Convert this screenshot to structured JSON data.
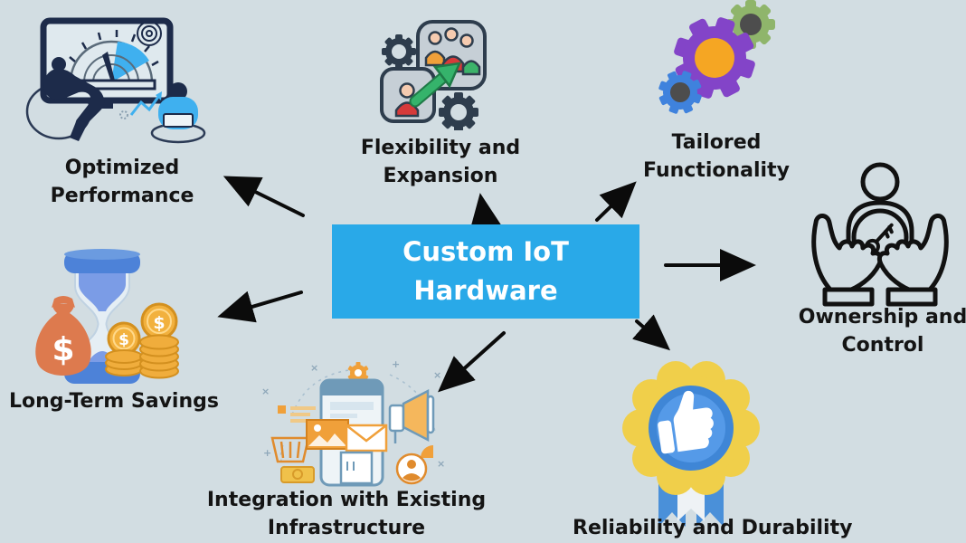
{
  "background_color": "#d2dde2",
  "center_node": {
    "label": "Custom IoT Hardware",
    "bg_color": "#29a9e8",
    "text_color": "#ffffff"
  },
  "nodes": [
    {
      "id": "optimized-performance",
      "label": "Optimized Performance",
      "icon": "performance-dashboard-illustration"
    },
    {
      "id": "flexibility-expansion",
      "label": "Flexibility and Expansion",
      "icon": "team-growth-icon"
    },
    {
      "id": "tailored-functionality",
      "label": "Tailored Functionality",
      "icon": "colored-gears-icon"
    },
    {
      "id": "ownership-control",
      "label": "Ownership and Control",
      "icon": "hands-holding-key-icon"
    },
    {
      "id": "long-term-savings",
      "label": "Long-Term Savings",
      "icon": "hourglass-money-icon"
    },
    {
      "id": "integration-infrastructure",
      "label": "Integration with Existing Infrastructure",
      "icon": "integration-illustration"
    },
    {
      "id": "reliability-durability",
      "label": "Reliability and Durability",
      "icon": "thumbs-up-badge-icon"
    }
  ],
  "arrow_color": "#0b0b0b"
}
